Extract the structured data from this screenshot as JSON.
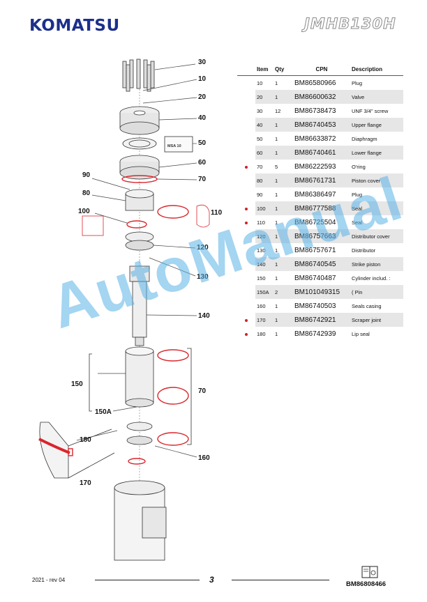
{
  "header": {
    "brand": "KOMATSU",
    "model": "JMHB130H"
  },
  "table": {
    "headers": {
      "item": "Item",
      "qty": "Qty",
      "cpn": "CPN",
      "description": "Description"
    },
    "rows": [
      {
        "marked": false,
        "item": "10",
        "qty": "1",
        "cpn": "BM86580966",
        "description": "Plug"
      },
      {
        "marked": false,
        "item": "20",
        "qty": "1",
        "cpn": "BM86600632",
        "description": "Valve"
      },
      {
        "marked": false,
        "item": "30",
        "qty": "12",
        "cpn": "BM86738473",
        "description": "UNF 3/4\" screw"
      },
      {
        "marked": false,
        "item": "40",
        "qty": "1",
        "cpn": "BM86740453",
        "description": "Upper flange"
      },
      {
        "marked": false,
        "item": "50",
        "qty": "1",
        "cpn": "BM86633872",
        "description": "Diaphragm"
      },
      {
        "marked": false,
        "item": "60",
        "qty": "1",
        "cpn": "BM86740461",
        "description": "Lower flange"
      },
      {
        "marked": true,
        "item": "70",
        "qty": "5",
        "cpn": "BM86222593",
        "description": "O'ring"
      },
      {
        "marked": false,
        "item": "80",
        "qty": "1",
        "cpn": "BM86761731",
        "description": "Piston cover"
      },
      {
        "marked": false,
        "item": "90",
        "qty": "1",
        "cpn": "BM86386497",
        "description": "Plug"
      },
      {
        "marked": true,
        "item": "100",
        "qty": "1",
        "cpn": "BM86777588",
        "description": "Seal"
      },
      {
        "marked": true,
        "item": "110",
        "qty": "1",
        "cpn": "BM86725504",
        "description": "Seal"
      },
      {
        "marked": false,
        "item": "120",
        "qty": "1",
        "cpn": "BM86757663",
        "description": "Distributor cover"
      },
      {
        "marked": false,
        "item": "130",
        "qty": "1",
        "cpn": "BM86757671",
        "description": "Distributor"
      },
      {
        "marked": false,
        "item": "140",
        "qty": "1",
        "cpn": "BM86740545",
        "description": "Strike piston"
      },
      {
        "marked": false,
        "item": "150",
        "qty": "1",
        "cpn": "BM86740487",
        "description": "Cylinder includ. :"
      },
      {
        "marked": false,
        "item": "150A",
        "qty": "2",
        "cpn": "BM101049315",
        "description": "( Pin"
      },
      {
        "marked": false,
        "item": "160",
        "qty": "1",
        "cpn": "BM86740503",
        "description": "Seals casing"
      },
      {
        "marked": true,
        "item": "170",
        "qty": "1",
        "cpn": "BM86742921",
        "description": "Scraper joint"
      },
      {
        "marked": true,
        "item": "180",
        "qty": "1",
        "cpn": "BM86742939",
        "description": "Lip seal"
      }
    ]
  },
  "diagram": {
    "callouts": {
      "c30": "30",
      "c10": "10",
      "c20": "20",
      "c40": "40",
      "c50": "50",
      "c60": "60",
      "c70a": "70",
      "c90": "90",
      "c80": "80",
      "c100": "100",
      "c110": "110",
      "c120": "120",
      "c130": "130",
      "c140": "140",
      "c150": "150",
      "c70b": "70",
      "c150a": "150A",
      "c180": "180",
      "c160": "160",
      "c170": "170"
    },
    "inset_label": "MSA 10",
    "accent_color": "#d9262c"
  },
  "watermark": "AutoManual",
  "footer": {
    "date_rev": "2021 -  rev 04",
    "page": "3",
    "doc_ref": "BM86808466",
    "doc_icon": "manual-book-icon"
  }
}
